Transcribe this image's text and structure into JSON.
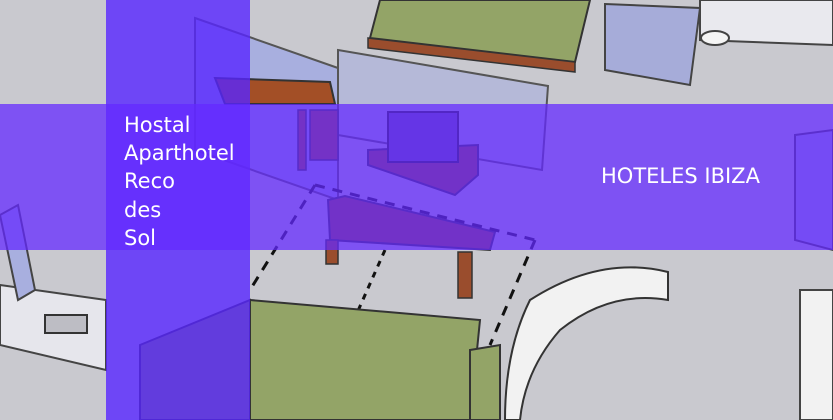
{
  "hotel": {
    "name_lines": [
      "Hostal",
      "Aparthotel",
      "Reco",
      "des",
      "Sol"
    ]
  },
  "category": {
    "label": "HOTELES IBIZA"
  },
  "overlay": {
    "vertical_band_color": "#5826ff",
    "horizontal_band_color": "#6428ff",
    "text_color": "#ffffff"
  },
  "scene_colors": {
    "floor": "#c9c9cf",
    "glass_wall": "#a7aee0",
    "wood": "#9a4d2d",
    "green_fabric": "#93a467",
    "white_fixture": "#f2f2f2"
  }
}
